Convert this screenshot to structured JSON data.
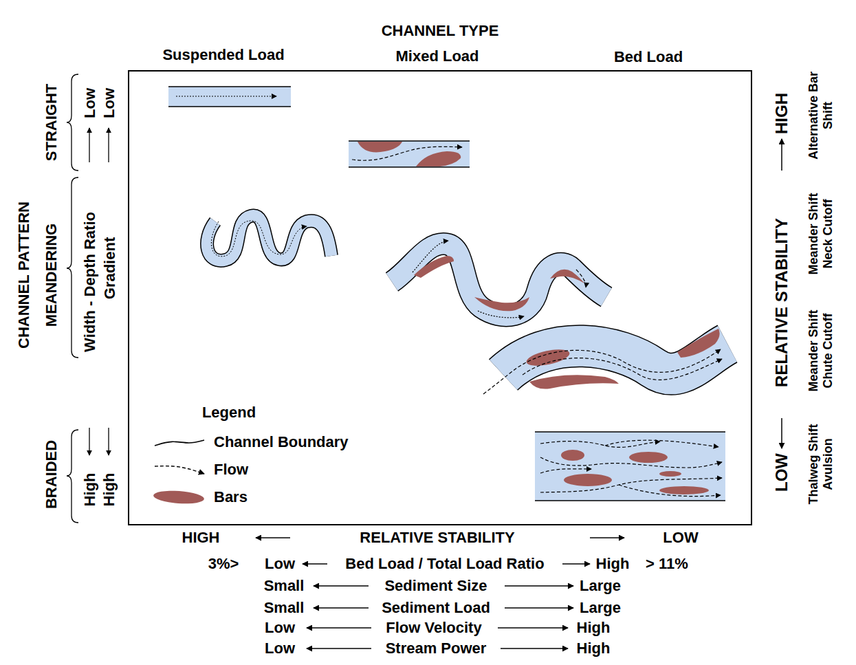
{
  "diagram": {
    "title": "CHANNEL TYPE",
    "labels": [
      "Suspended Load",
      "Mixed Load",
      "Bed Load",
      "CHANNEL PATTERN",
      "STRAIGHT",
      "MEANDERING",
      "BRAIDED",
      "Low",
      "Low",
      "Width - Depth Ratio",
      "Gradient",
      "High",
      "High",
      "RELATIVE STABILITY",
      "HIGH",
      "LOW",
      "Alternative Bar Shift",
      "Meander Shift Neck Cutoff",
      "Meander Shift Chute Cutoff",
      "Thalweg Shift Avulsion",
      "Legend",
      "HIGH",
      "RELATIVE STABILITY",
      "LOW",
      "3%>",
      "Low",
      "Bed Load / Total Load Ratio",
      "High",
      "> 11%",
      "Small",
      "Sediment Size",
      "Large",
      "Small",
      "Sediment Load",
      "Large",
      "Low",
      "Flow Velocity",
      "High",
      "Low",
      "Stream Power",
      "High"
    ],
    "legend": [
      {
        "text": "Channel Boundary"
      },
      {
        "text": "Flow"
      },
      {
        "text": "Bars",
        "color": "#a15a57"
      }
    ]
  }
}
